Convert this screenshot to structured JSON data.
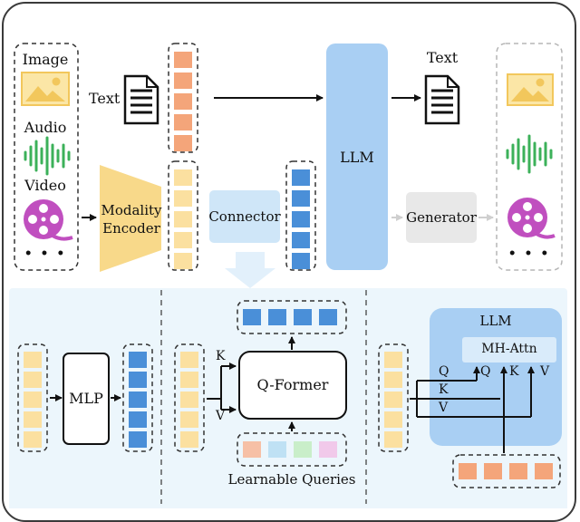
{
  "top": {
    "input_modalities": {
      "image": "Image",
      "audio": "Audio",
      "video": "Video",
      "more": "• • •"
    },
    "text_input_label": "Text",
    "modality_encoder_line1": "Modality",
    "modality_encoder_line2": "Encoder",
    "connector_label": "Connector",
    "llm_label": "LLM",
    "text_output_label": "Text",
    "generator_label": "Generator",
    "output_more": "• • •"
  },
  "bottom": {
    "mlp": {
      "label": "MLP"
    },
    "qformer": {
      "label": "Q-Former",
      "k_label": "K",
      "v_label": "V",
      "queries_label": "Learnable Queries"
    },
    "cross_attn": {
      "llm_label": "LLM",
      "attn_label": "MH-Attn",
      "q_in": "Q",
      "k_in": "K",
      "v_in": "V",
      "q_out": "Q",
      "k_out": "K",
      "v_out": "V"
    }
  },
  "colors": {
    "text_token": "#f4a57a",
    "modality_token": "#fbe0a0",
    "connector_token": "#4a8fd8",
    "llm": "#a9cff3",
    "encoder": "#f8d98a",
    "connector": "#cfe6f8",
    "generator": "#e8e8e8",
    "panel_bg": "#ecf6fc",
    "llm_panel": "#a9cff3",
    "query_colors": [
      "#f6c0a6",
      "#bfe1f4",
      "#c9eec9",
      "#f1c9ea"
    ]
  }
}
